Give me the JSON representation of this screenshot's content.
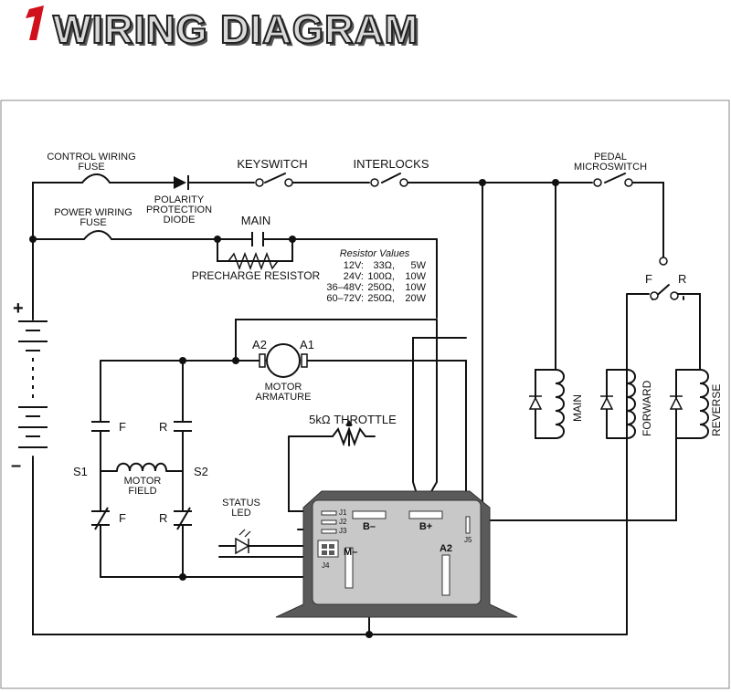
{
  "header": {
    "title": "WIRING DIAGRAM",
    "logo_icon": "red-slash-logo-icon",
    "accent_color": "#d0101a"
  },
  "labels": {
    "control_fuse_1": "CONTROL WIRING",
    "control_fuse_2": "FUSE",
    "power_fuse_1": "POWER WIRING",
    "power_fuse_2": "FUSE",
    "diode_1": "POLARITY",
    "diode_2": "PROTECTION",
    "diode_3": "DIODE",
    "keyswitch": "KEYSWITCH",
    "interlocks": "INTERLOCKS",
    "pedal_1": "PEDAL",
    "pedal_2": "MICROSWITCH",
    "main": "MAIN",
    "precharge": "PRECHARGE RESISTOR",
    "plus": "+",
    "minus": "–",
    "a2": "A2",
    "a1": "A1",
    "armature_1": "MOTOR",
    "armature_2": "ARMATURE",
    "throttle": "5kΩ THROTTLE",
    "f_upper": "F",
    "r_upper": "R",
    "s1": "S1",
    "s2": "S2",
    "field_1": "MOTOR",
    "field_2": "FIELD",
    "f_lower": "F",
    "r_lower": "R",
    "status_1": "STATUS",
    "status_2": "LED",
    "fwd_sel": "F",
    "rev_sel": "R",
    "coil_main": "MAIN",
    "coil_forward": "FORWARD",
    "coil_reverse": "REVERSE"
  },
  "resistor_values": {
    "title": "Resistor Values",
    "rows": [
      {
        "voltage": "12V:",
        "ohms": "33Ω,",
        "watts": "5W"
      },
      {
        "voltage": "24V:",
        "ohms": "100Ω,",
        "watts": "10W"
      },
      {
        "voltage": "36–48V:",
        "ohms": "250Ω,",
        "watts": "10W"
      },
      {
        "voltage": "60–72V:",
        "ohms": "250Ω,",
        "watts": "20W"
      }
    ]
  },
  "controller": {
    "j1": "J1",
    "j2": "J2",
    "j3": "J3",
    "j4": "J4",
    "j5": "J5",
    "b_minus": "B–",
    "b_plus": "B+",
    "m_minus": "M–",
    "a2": "A2",
    "body_color": "#c8c8c8",
    "frame_color": "#5a5a5a"
  }
}
